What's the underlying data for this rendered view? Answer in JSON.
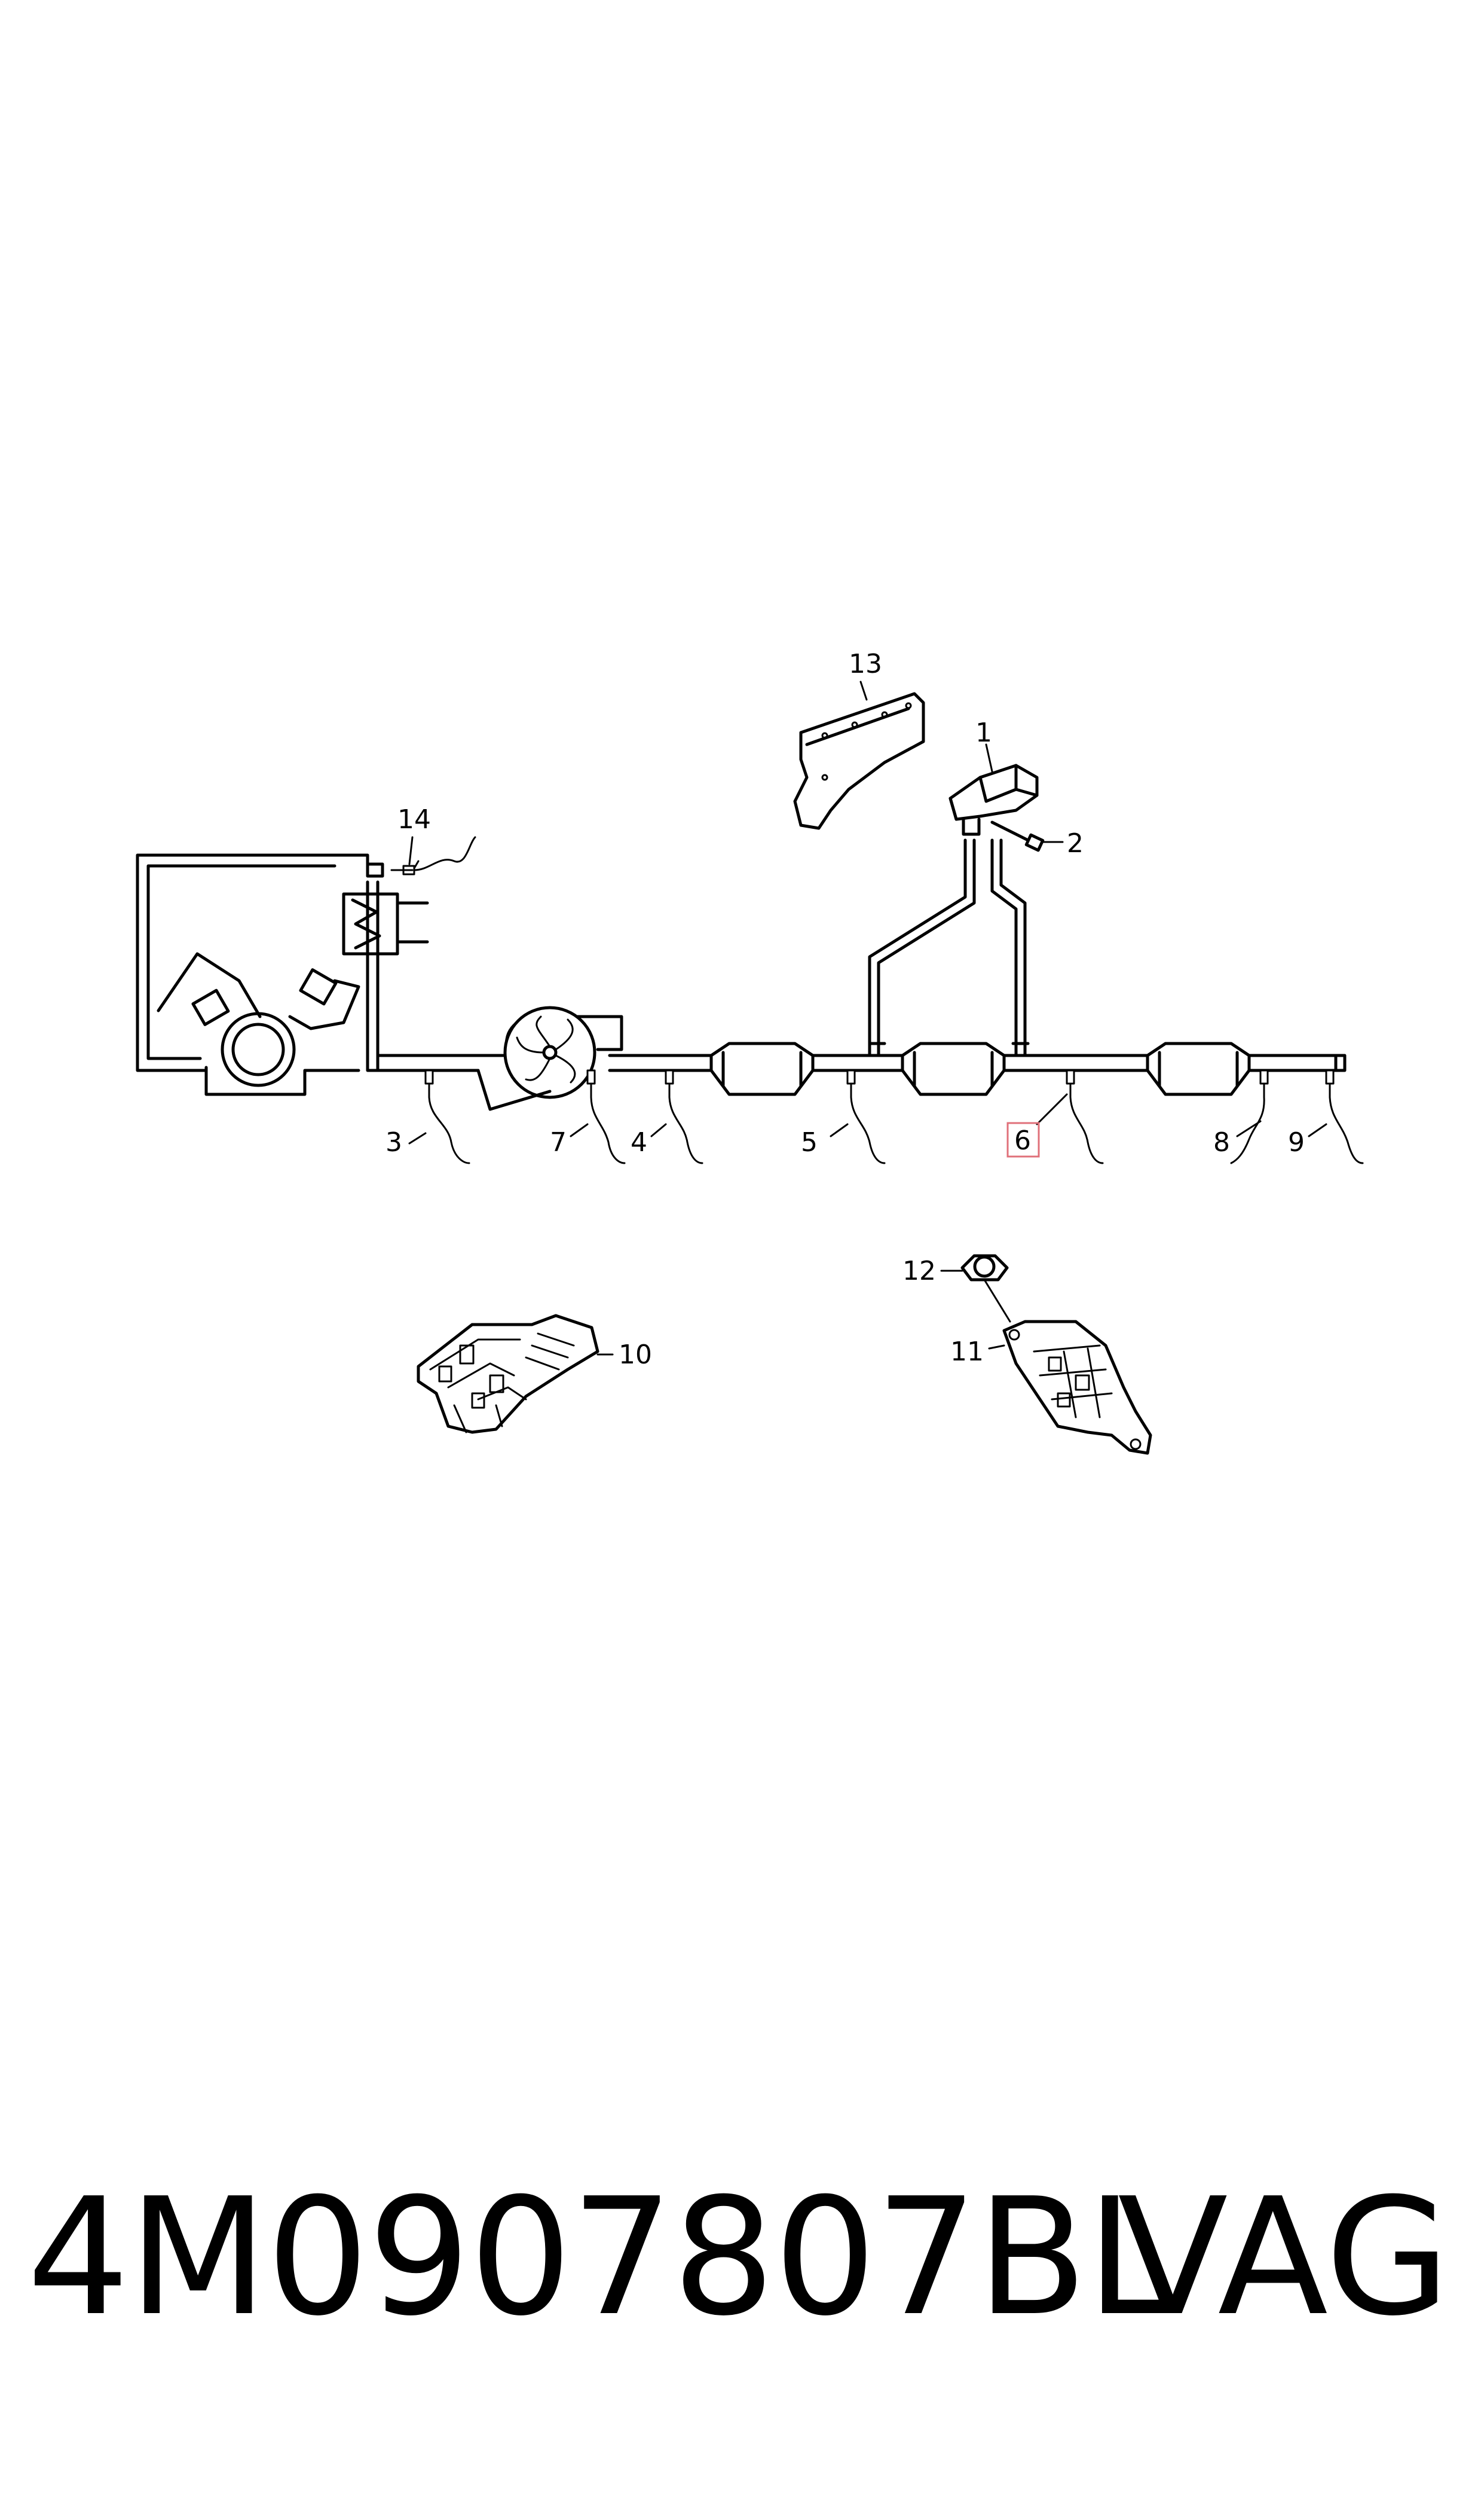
{
  "callouts": [
    {
      "id": "c1",
      "label": "1"
    },
    {
      "id": "c2",
      "label": "2"
    },
    {
      "id": "c3",
      "label": "3"
    },
    {
      "id": "c4",
      "label": "4"
    },
    {
      "id": "c5",
      "label": "5"
    },
    {
      "id": "c6",
      "label": "6",
      "highlighted": true
    },
    {
      "id": "c7",
      "label": "7"
    },
    {
      "id": "c8",
      "label": "8"
    },
    {
      "id": "c9",
      "label": "9"
    },
    {
      "id": "c10",
      "label": "10"
    },
    {
      "id": "c11",
      "label": "11"
    },
    {
      "id": "c12",
      "label": "12"
    },
    {
      "id": "c13",
      "label": "13"
    },
    {
      "id": "c14",
      "label": "14"
    }
  ],
  "highlight_color": "#e0707a",
  "footer": {
    "part_number": "4M0907807BL",
    "brand": "VAG"
  }
}
